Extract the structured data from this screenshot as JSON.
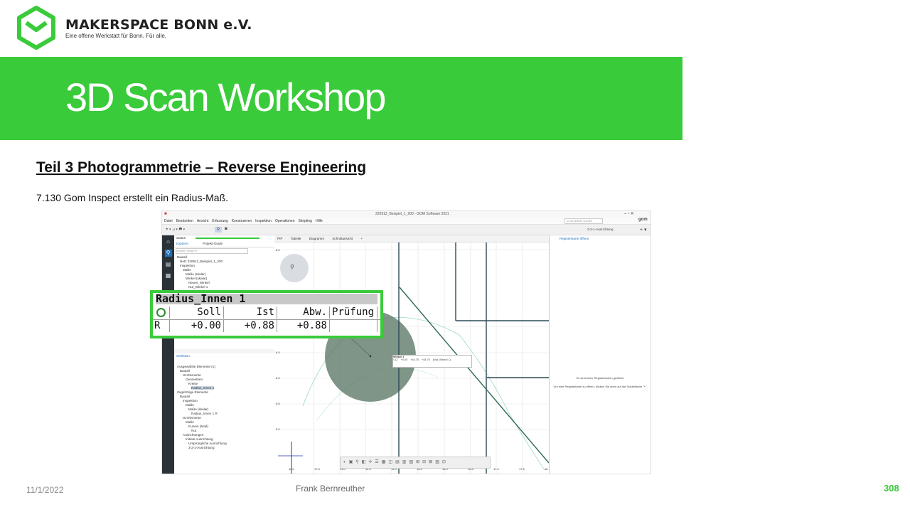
{
  "header": {
    "org_name": "MAKERSPACE BONN e.V.",
    "org_tagline": "Eine offene Werkstatt für Bonn. Für alle.",
    "title": "3D Scan Workshop",
    "subtitle": "Teil 3  Photogrammetrie  – Reverse Engineering",
    "caption": "7.130 Gom Inspect erstellt ein Radius-Maß."
  },
  "footer": {
    "date": "11/1/2022",
    "author": "Frank Bernreuther",
    "page": "308"
  },
  "brand_color": "#3acb3a",
  "screenshot": {
    "window_title": "220912_Beispiel_1_200 - GOM Software 2021",
    "search_placeholder": "In Direkthilfe suchen",
    "alignment": "3-2-1-Ausrichtung",
    "menu": [
      "Datei",
      "Bearbeiten",
      "Ansicht",
      "Erfassung",
      "Konstruieren",
      "Inspektion",
      "Operationen",
      "Skripting",
      "Hilfe"
    ],
    "explorer_tabs": [
      "Explorer",
      "Projekt-Guide"
    ],
    "explorer_search": "Suchen (Strg+F)",
    "status_label": "Status",
    "tree1": [
      "Bauteil",
      "Netz 220912_Beispiel_1_200",
      "Inspektion",
      "Maße",
      "Maße (skalar)",
      "Winkel (skalar)",
      "Neues_Winkel",
      "Nut_Winkel 1"
    ],
    "selection_tab": "Selektion",
    "tree2": [
      "Ausgewählte Elemente (1)",
      "Bauteil",
      "Ist-Elemente",
      "Geometrien",
      "Kreise",
      "Radius_Innen 1",
      "Zugehörige Elemente",
      "Bauteil",
      "Inspektion",
      "Maße",
      "Maße (skalar)",
      "Radius_Innen 1 R",
      "Ist-Elemente",
      "Maße",
      "Kurven (Maß)",
      "Nut",
      "Ausrichtungen",
      "Initiale Ausrichtung",
      "Ursprüngliche Ausrichtung",
      "3-2-1-Ausrichtung"
    ],
    "view_tabs": [
      "PIP",
      "Tabelle",
      "Diagramm",
      "Schnittansicht"
    ],
    "right_panel_title": "Registerkarte öffnen",
    "right_panel_msg1": "Es sind keine Registerkarten geöffnet.",
    "right_panel_msg2": "Um eine Registerkarte zu öffnen, klicken Sie oben auf die Schaltfläche \"+\".",
    "y_ticks": [
      "8.0",
      "6.5",
      "6.0",
      "5.5",
      "5.0"
    ],
    "x_ticks": [
      "16.0",
      "17.5",
      "14.0",
      "14.5",
      "15.0",
      "15.5",
      "16.0",
      "16.5",
      "17.0",
      "17.5",
      "18"
    ],
    "mini_label": {
      "name": "Winkel 1",
      "headers": [
        "Soll",
        "Ist",
        "Abw.",
        "Prüfung"
      ],
      "row_label": "<1Z",
      "values": [
        "+0.00",
        "+44.75",
        "+44.75",
        "(Nut_Winkel 1)"
      ]
    }
  },
  "radius_table": {
    "name": "Radius_Innen 1",
    "headers": [
      "Soll",
      "Ist",
      "Abw.",
      "Prüfung"
    ],
    "row_label": "R",
    "values": [
      "+0.00",
      "+0.88",
      "+0.88",
      ""
    ]
  }
}
